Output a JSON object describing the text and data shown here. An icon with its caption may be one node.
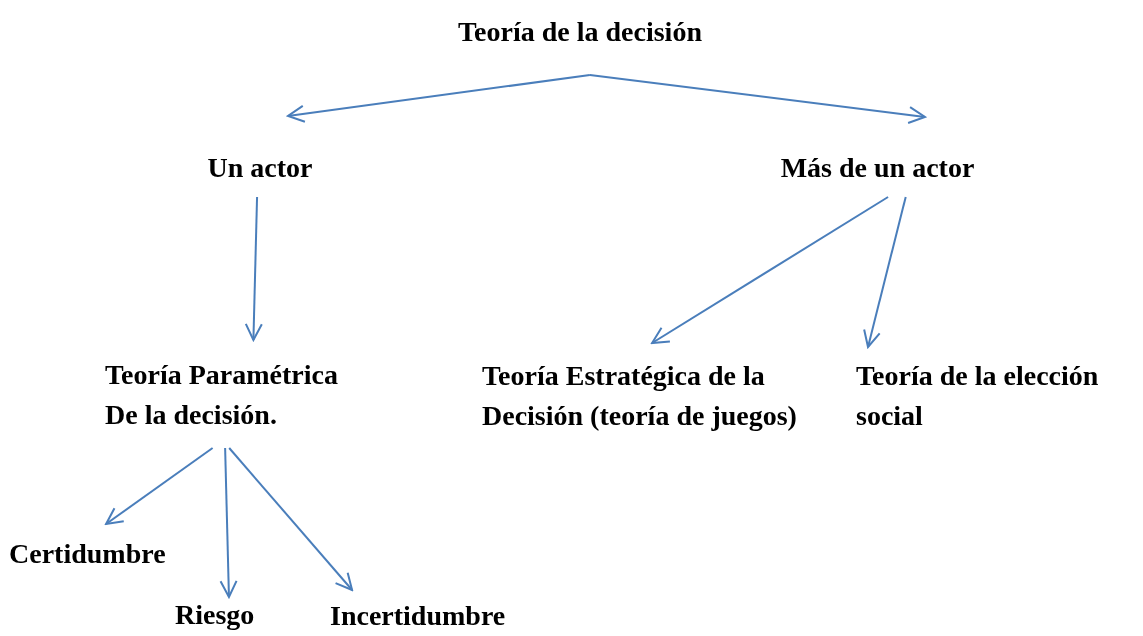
{
  "diagram": {
    "nodes": [
      {
        "text": [
          "Teoría de la decisión"
        ]
      },
      {
        "text": [
          "Un actor"
        ]
      },
      {
        "text": [
          "Más de un actor"
        ]
      },
      {
        "text": [
          "Teoría Paramétrica De la decisión."
        ]
      },
      {
        "text": [
          "Teoría Estratégica de la Decisión (teoría de juegos)"
        ]
      },
      {
        "text": [
          "Teoría de la elección social"
        ]
      },
      {
        "text": [
          "Certidumbre"
        ]
      },
      {
        "text": [
          "Riesgo"
        ]
      },
      {
        "text": [
          "Incertidumbre"
        ]
      }
    ],
    "edges": [
      {
        "from": 0,
        "to": 1,
        "arrow": "to"
      },
      {
        "from": 0,
        "to": 2,
        "arrow": "to"
      },
      {
        "from": 1,
        "to": 3,
        "arrow": "to"
      },
      {
        "from": 2,
        "to": 4,
        "arrow": "to"
      },
      {
        "from": 2,
        "to": 5,
        "arrow": "to"
      },
      {
        "from": 3,
        "to": 6,
        "arrow": "to"
      },
      {
        "from": 3,
        "to": 7,
        "arrow": "to"
      },
      {
        "from": 3,
        "to": 8,
        "arrow": "to"
      }
    ]
  }
}
